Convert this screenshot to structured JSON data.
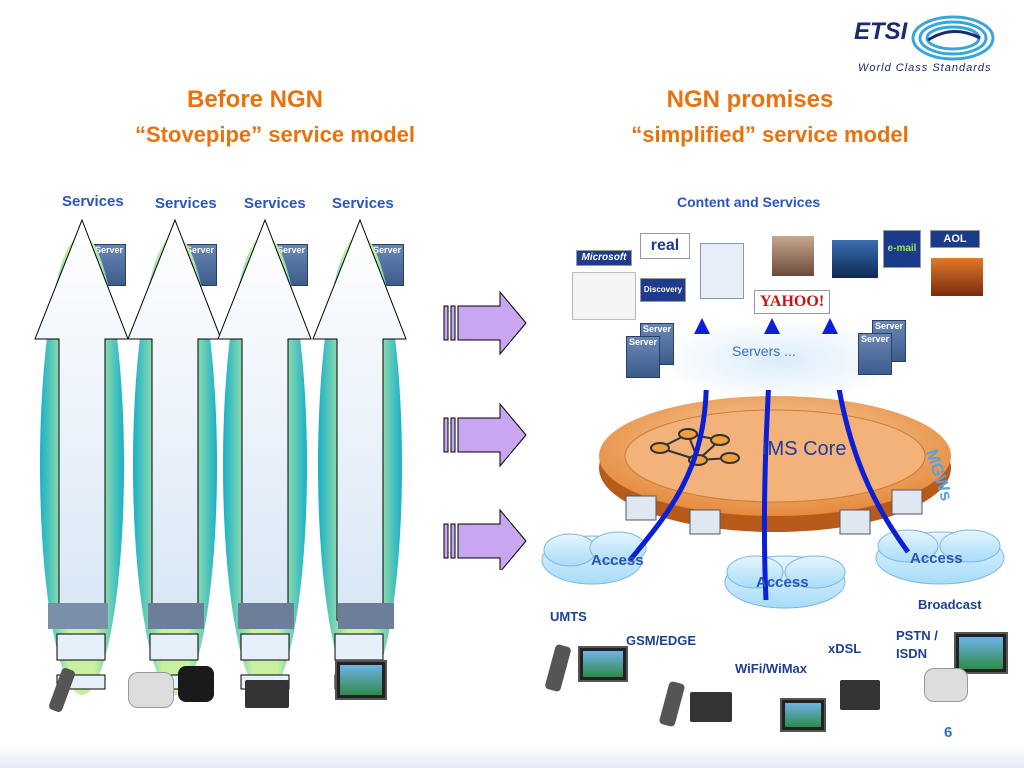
{
  "logo": {
    "text": "ETSI",
    "tagline": "World Class Standards"
  },
  "left": {
    "title": "Before NGN",
    "subtitle": "“Stovepipe” service model",
    "services": [
      "Services",
      "Services",
      "Services",
      "Services"
    ],
    "server_label": "Server"
  },
  "right": {
    "title": "NGN promises",
    "subtitle": "“simplified” service model",
    "content_label": "Content and Services",
    "brands": {
      "microsoft": "Microsoft",
      "real": "real",
      "discovery": "Discovery",
      "yahoo": "YAHOO!",
      "aol": "AOL",
      "email": "e-mail"
    },
    "servers_label": "Servers ...",
    "server_label": "Server",
    "core_label": "IMS Core",
    "mgws_label": "MGWs",
    "access": [
      "Access",
      "Access",
      "Access"
    ],
    "networks": {
      "umts": "UMTS",
      "gsm": "GSM/EDGE",
      "wifi": "WiFi/WiMax",
      "xdsl": "xDSL",
      "pstn": "PSTN /",
      "isdn": "ISDN",
      "broadcast": "Broadcast"
    }
  },
  "page_number": "6",
  "colors": {
    "title_orange": "#e8720c",
    "label_blue": "#2a55b8",
    "arrow_purple": "#c9a6f0",
    "core_orange": "#e58a3c",
    "path_blue": "#0a1fd6"
  }
}
